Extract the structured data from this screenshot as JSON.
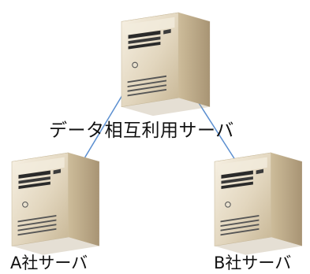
{
  "colors": {
    "connector": "#5b8fd0",
    "server_light": "#f5eee0",
    "server_front": "#d9ccb2",
    "server_side": "#b19f7f",
    "server_dark": "#2b2b2b"
  },
  "nodes": {
    "center": {
      "label": "データ相互利用サーバ",
      "icon": "server-icon"
    },
    "a": {
      "label": "A社サーバ",
      "icon": "server-icon"
    },
    "b": {
      "label": "B社サーバ",
      "icon": "server-icon"
    }
  }
}
